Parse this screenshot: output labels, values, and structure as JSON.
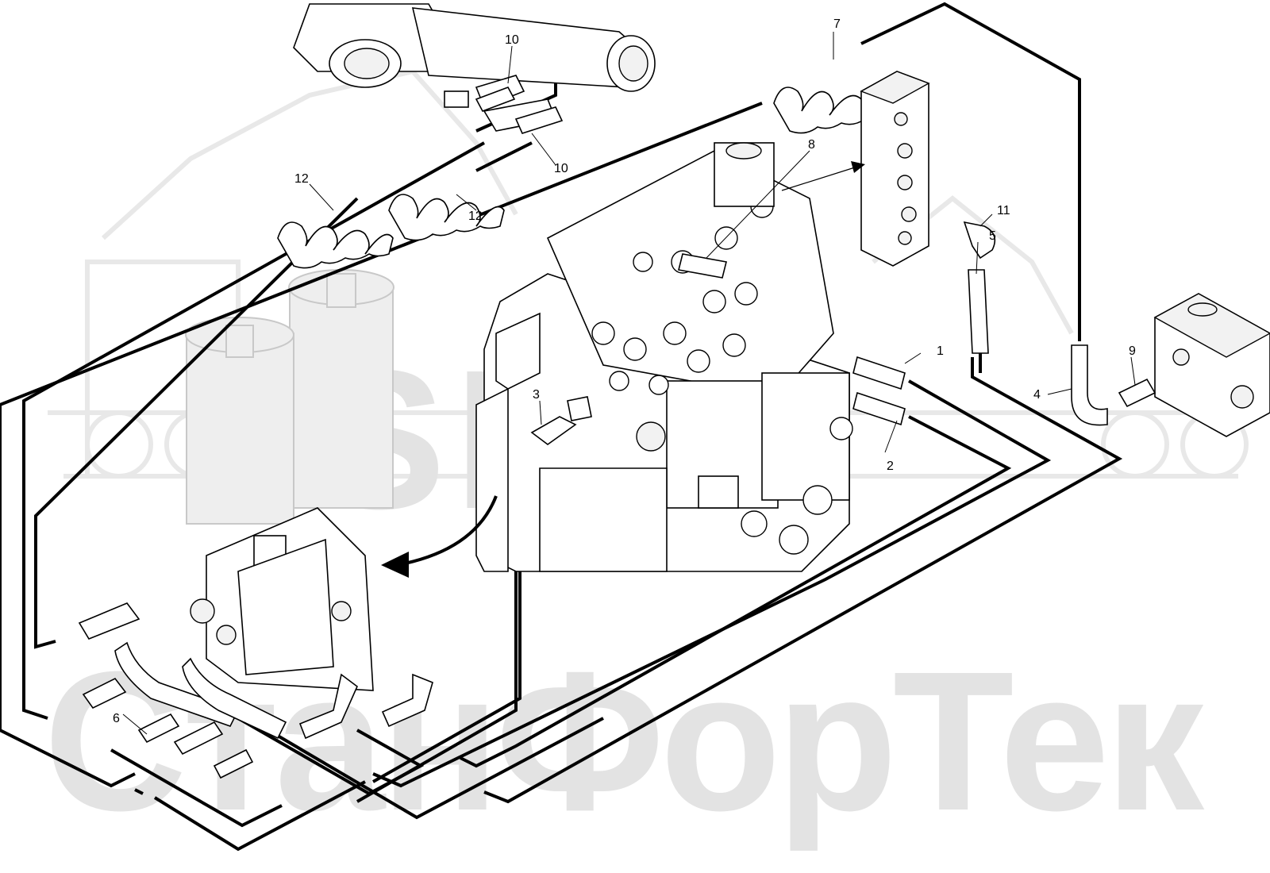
{
  "callouts": {
    "c1": "1",
    "c2": "2",
    "c3": "3",
    "c4": "4",
    "c5": "5",
    "c6": "6",
    "c7": "7",
    "c8": "8",
    "c9": "9",
    "c10a": "10",
    "c10b": "10",
    "c11": "11",
    "c12a": "12",
    "c12b": "12"
  },
  "watermark": {
    "logo_text": "SFT",
    "brand_text": "СтанФорТек"
  },
  "colors": {
    "line": "#000000",
    "watermark": "#e3e3e3",
    "ghost_part": "#eeeeee"
  }
}
